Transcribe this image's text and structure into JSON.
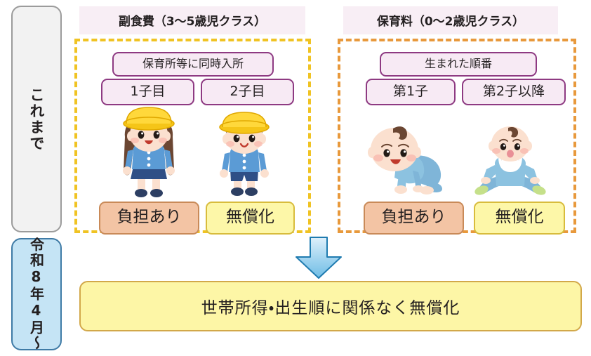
{
  "timeline": {
    "past_label": "これまで",
    "future_label": "令和8年4月〜"
  },
  "sections": [
    {
      "id": "meal-fee",
      "header": "副食費（3〜5歳児クラス）",
      "criterion_label": "保育所等に同時入所",
      "border_color": "#f0c323",
      "children": [
        {
          "order_label": "1子目",
          "status": "負担あり",
          "status_kind": "burden",
          "figure": "girl-kindergartner"
        },
        {
          "order_label": "2子目",
          "status": "無償化",
          "status_kind": "free",
          "figure": "boy-kindergartner"
        }
      ]
    },
    {
      "id": "childcare-fee",
      "header": "保育料（0〜2歳児クラス）",
      "criterion_label": "生まれた順番",
      "border_color": "#e8993c",
      "children": [
        {
          "order_label": "第1子",
          "status": "負担あり",
          "status_kind": "burden",
          "figure": "crawling-baby"
        },
        {
          "order_label": "第2子以降",
          "status": "無償化",
          "status_kind": "free",
          "figure": "sitting-baby"
        }
      ]
    }
  ],
  "arrow": {
    "direction": "down",
    "color": "#7fc4e8"
  },
  "banner": {
    "text": "世帯所得・出生順に関係なく無償化",
    "background": "#fdf6a6",
    "border": "#d2a84a"
  },
  "palette": {
    "header_band": "#f8eef5",
    "pill_fill": "#f7eaf4",
    "pill_border": "#8e3a82",
    "burden_fill": "#f3c4a4",
    "burden_border": "#c98a58",
    "free_fill": "#fdf7a8",
    "free_border": "#d8bc3c",
    "past_fill": "#f2f2f2",
    "past_border": "#9b9b9b",
    "future_fill": "#c5e4f5",
    "future_border": "#3f7ba6"
  }
}
